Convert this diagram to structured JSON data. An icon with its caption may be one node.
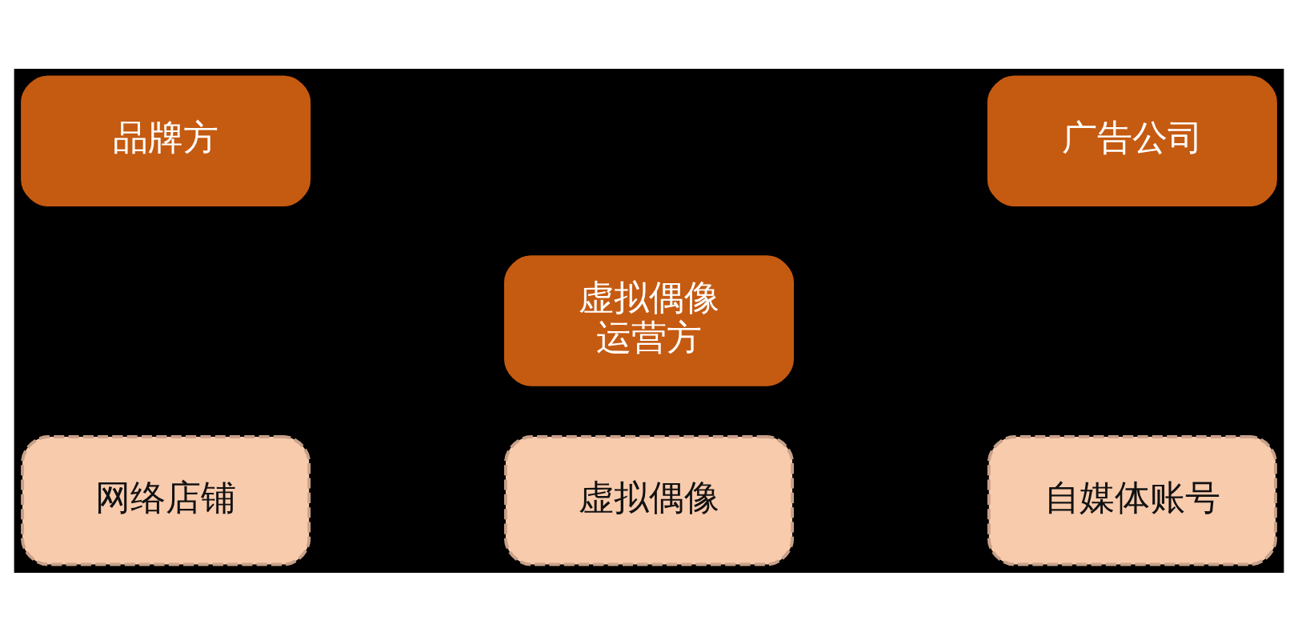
{
  "diagram": {
    "nodes": [
      {
        "text": [
          "品牌方"
        ]
      },
      {
        "text": [
          "虚拟偶像运营方"
        ]
      },
      {
        "text": [
          "广告公司"
        ]
      },
      {
        "text": [
          "网络店铺"
        ]
      },
      {
        "text": [
          "虚拟偶像"
        ]
      },
      {
        "text": [
          "自媒体账号"
        ]
      }
    ]
  }
}
